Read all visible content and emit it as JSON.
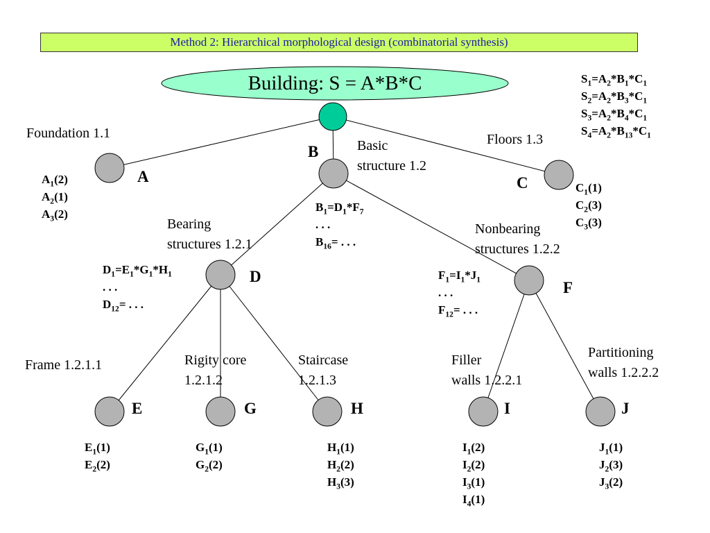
{
  "title": "Method 2: Hierarchical morphological design (combinatorial synthesis)",
  "root": {
    "label": "Building: S = A*B*C"
  },
  "solutions": [
    [
      [
        "t",
        "S"
      ],
      [
        "s",
        "1"
      ],
      [
        "t",
        "=A"
      ],
      [
        "s",
        "2"
      ],
      [
        "t",
        "*B"
      ],
      [
        "s",
        "1"
      ],
      [
        "t",
        "*C"
      ],
      [
        "s",
        "1"
      ]
    ],
    [
      [
        "t",
        "S"
      ],
      [
        "s",
        "2"
      ],
      [
        "t",
        "=A"
      ],
      [
        "s",
        "2"
      ],
      [
        "t",
        "*B"
      ],
      [
        "s",
        "3"
      ],
      [
        "t",
        "*C"
      ],
      [
        "s",
        "1"
      ]
    ],
    [
      [
        "t",
        "S"
      ],
      [
        "s",
        "3"
      ],
      [
        "t",
        "=A"
      ],
      [
        "s",
        "2"
      ],
      [
        "t",
        "*B"
      ],
      [
        "s",
        "4"
      ],
      [
        "t",
        "*C"
      ],
      [
        "s",
        "1"
      ]
    ],
    [
      [
        "t",
        "S"
      ],
      [
        "s",
        "4"
      ],
      [
        "t",
        "=A"
      ],
      [
        "s",
        "2"
      ],
      [
        "t",
        "*B"
      ],
      [
        "s",
        "13"
      ],
      [
        "t",
        "*C"
      ],
      [
        "s",
        "1"
      ]
    ]
  ],
  "nodes": {
    "A": {
      "letter": "A",
      "label": "Foundation 1.1"
    },
    "B": {
      "letter": "B",
      "label_line1": "Basic",
      "label_line2": "structure 1.2"
    },
    "C": {
      "letter": "C",
      "label": "Floors 1.3"
    },
    "D": {
      "letter": "D",
      "label_line1": "Bearing",
      "label_line2": "structures 1.2.1"
    },
    "F": {
      "letter": "F",
      "label_line1": "Nonbearing",
      "label_line2": "structures 1.2.2"
    },
    "E": {
      "letter": "E",
      "label": "Frame 1.2.1.1"
    },
    "G": {
      "letter": "G",
      "label_line1": "Rigity core",
      "label_line2": "1.2.1.2"
    },
    "H": {
      "letter": "H",
      "label_line1": "Staircase",
      "label_line2": "1.2.1.3"
    },
    "I": {
      "letter": "I",
      "label_line1": "Filler",
      "label_line2": "walls 1.2.2.1"
    },
    "J": {
      "letter": "J",
      "label_line1": "Partitioning",
      "label_line2": "walls 1.2.2.2"
    }
  },
  "alternatives": {
    "A": [
      {
        "base": "A",
        "sub": "1",
        "rank": "(2)"
      },
      {
        "base": "A",
        "sub": "2",
        "rank": "(1)"
      },
      {
        "base": "A",
        "sub": "3",
        "rank": "(2)"
      }
    ],
    "C": [
      {
        "base": "C",
        "sub": "1",
        "rank": "(1)"
      },
      {
        "base": "C",
        "sub": "2",
        "rank": "(3)"
      },
      {
        "base": "C",
        "sub": "3",
        "rank": "(3)"
      }
    ],
    "E": [
      {
        "base": "E",
        "sub": "1",
        "rank": "(1)"
      },
      {
        "base": "E",
        "sub": "2",
        "rank": "(2)"
      }
    ],
    "G": [
      {
        "base": "G",
        "sub": "1",
        "rank": "(1)"
      },
      {
        "base": "G",
        "sub": "2",
        "rank": "(2)"
      }
    ],
    "H": [
      {
        "base": "H",
        "sub": "1",
        "rank": "(1)"
      },
      {
        "base": "H",
        "sub": "2",
        "rank": "(2)"
      },
      {
        "base": "H",
        "sub": "3",
        "rank": "(3)"
      }
    ],
    "I": [
      {
        "base": "I",
        "sub": "1",
        "rank": "(2)"
      },
      {
        "base": "I",
        "sub": "2",
        "rank": "(2)"
      },
      {
        "base": "I",
        "sub": "3",
        "rank": "(1)"
      },
      {
        "base": "I",
        "sub": "4",
        "rank": "(1)"
      }
    ],
    "J": [
      {
        "base": "J",
        "sub": "1",
        "rank": "(1)"
      },
      {
        "base": "J",
        "sub": "2",
        "rank": "(3)"
      },
      {
        "base": "J",
        "sub": "3",
        "rank": "(2)"
      }
    ]
  },
  "compositions": {
    "B": [
      [
        [
          "t",
          "B"
        ],
        [
          "s",
          "1"
        ],
        [
          "t",
          "=D"
        ],
        [
          "s",
          "1"
        ],
        [
          "t",
          "*F"
        ],
        [
          "s",
          "7"
        ]
      ],
      [
        [
          "t",
          ". . ."
        ]
      ],
      [
        [
          "t",
          "B"
        ],
        [
          "s",
          "16"
        ],
        [
          "t",
          "= . . ."
        ]
      ]
    ],
    "D": [
      [
        [
          "t",
          "D"
        ],
        [
          "s",
          "1"
        ],
        [
          "t",
          "=E"
        ],
        [
          "s",
          "1"
        ],
        [
          "t",
          "*G"
        ],
        [
          "s",
          "1"
        ],
        [
          "t",
          "*H"
        ],
        [
          "s",
          "1"
        ]
      ],
      [
        [
          "t",
          ". . ."
        ]
      ],
      [
        [
          "t",
          "D"
        ],
        [
          "s",
          "12"
        ],
        [
          "t",
          "= . . ."
        ]
      ]
    ],
    "F": [
      [
        [
          "t",
          "F"
        ],
        [
          "s",
          "1"
        ],
        [
          "t",
          "=I"
        ],
        [
          "s",
          "1"
        ],
        [
          "t",
          "*J"
        ],
        [
          "s",
          "1"
        ]
      ],
      [
        [
          "t",
          ". . ."
        ]
      ],
      [
        [
          "t",
          "F"
        ],
        [
          "s",
          "12"
        ],
        [
          "t",
          "= . . ."
        ]
      ]
    ]
  },
  "colors": {
    "title_bg": "#ccff66",
    "title_text": "#1a1aa6",
    "root_fill": "#99ffcc",
    "root_node": "#00cc99",
    "node_fill": "#b3b3b3"
  }
}
